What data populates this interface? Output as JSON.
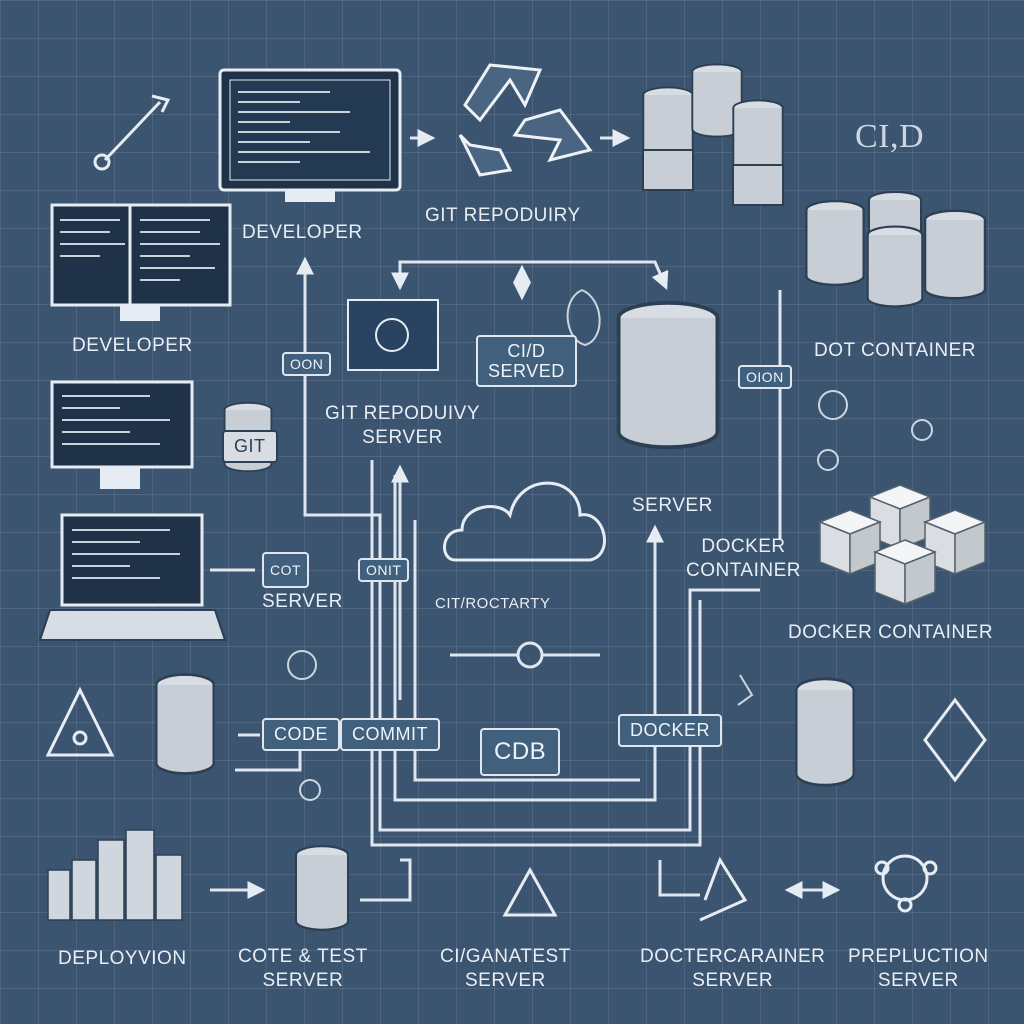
{
  "labels": {
    "developer_top": "DEVELOPER",
    "git_repo_top": "GIT REPODUIRY",
    "cicd_top": "CI,D",
    "developer_left": "DEVELOPER",
    "cicd_served": [
      "CI/D",
      "SERVED"
    ],
    "git_repo_server": [
      "GIT REPODUIVY",
      "SERVER"
    ],
    "dot_container": "DOT CONTAINER",
    "server_mid": "SERVER",
    "docker_container_mid": [
      "DOCKER",
      "CONTAINER"
    ],
    "docker_container_right": "DOCKER CONTAINER",
    "cot_server": [
      "COT",
      "SERVER"
    ],
    "ci_roctarty": "CIT/ROCTARTY",
    "deployvion": "DEPLOYVION",
    "code_test_server": [
      "COTE & TEST",
      "SERVER"
    ],
    "ci_test_server": [
      "CI/GANATEST",
      "SERVER"
    ],
    "doctercarainer_server": [
      "DOCTERCARAINER",
      "SERVER"
    ],
    "prepluction_server": [
      "PREPLUCTION",
      "SERVER"
    ]
  },
  "tags": {
    "oon_left": "OON",
    "onit": "ONIT",
    "oon_right": "OION",
    "code": "CODE",
    "commit": "COMMIT",
    "cdb": "CDB",
    "docker": "DOCKER",
    "git_barrel": "GIT"
  },
  "icons": [
    "wrench-icon",
    "monitor-icon",
    "recycle-icon",
    "database-icon",
    "container-icon",
    "cloud-icon",
    "laptop-icon",
    "warning-icon"
  ]
}
